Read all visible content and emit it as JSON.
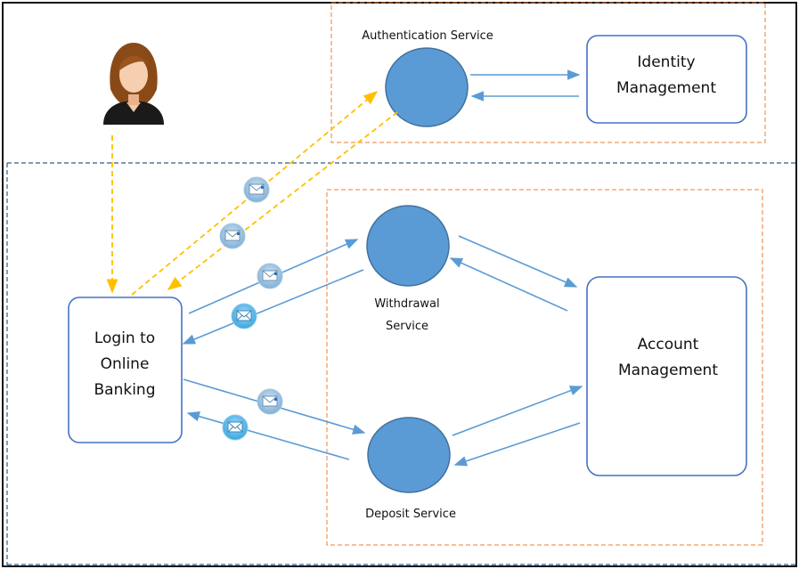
{
  "diagram": {
    "user": {
      "icon": "user-avatar-icon"
    },
    "boxes": {
      "login": {
        "line1": "Login to",
        "line2": "Online",
        "line3": "Banking"
      },
      "identity": {
        "line1": "Identity",
        "line2": "Management"
      },
      "account": {
        "line1": "Account",
        "line2": "Management"
      }
    },
    "services": {
      "authentication": {
        "label": "Authentication Service"
      },
      "withdrawal": {
        "line1": "Withdrawal",
        "line2": "Service"
      },
      "deposit": {
        "label": "Deposit Service"
      }
    },
    "message_icon": "envelope-icon",
    "colors": {
      "service_fill": "#5b9bd5",
      "service_stroke": "#41719c",
      "box_stroke": "#4472c4",
      "arrow_blue": "#5b9bd5",
      "arrow_orange": "#ffc000",
      "zone_orange": "#ed7d31",
      "zone_blue": "#2e5f8a"
    }
  }
}
